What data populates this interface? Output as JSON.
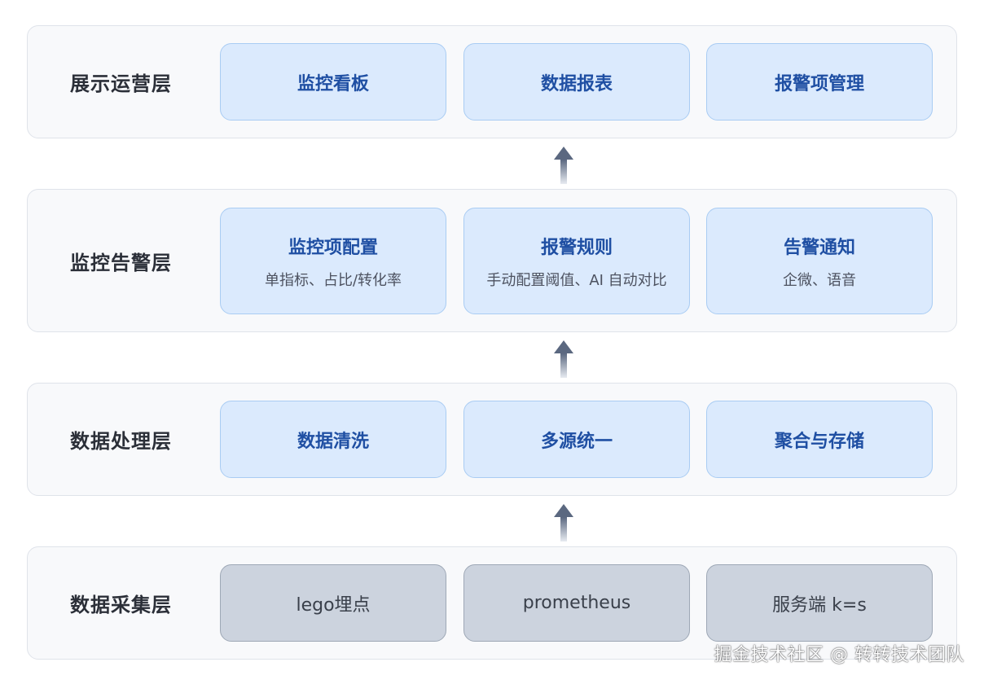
{
  "layers": [
    {
      "title": "展示运营层",
      "cards": [
        {
          "title": "监控看板"
        },
        {
          "title": "数据报表"
        },
        {
          "title": "报警项管理"
        }
      ]
    },
    {
      "title": "监控告警层",
      "cards": [
        {
          "title": "监控项配置",
          "subtitle": "单指标、占比/转化率"
        },
        {
          "title": "报警规则",
          "subtitle": "手动配置阈值、AI 自动对比"
        },
        {
          "title": "告警通知",
          "subtitle": "企微、语音"
        }
      ]
    },
    {
      "title": "数据处理层",
      "cards": [
        {
          "title": "数据清洗"
        },
        {
          "title": "多源统一"
        },
        {
          "title": "聚合与存储"
        }
      ]
    },
    {
      "title": "数据采集层",
      "cards": [
        {
          "title": "lego埋点"
        },
        {
          "title": "prometheus"
        },
        {
          "title": "服务端 k=s"
        }
      ]
    }
  ],
  "watermark": "掘金技术社区 @ 转转技术团队",
  "colors": {
    "card_blue_bg": "#dbeafd",
    "card_gray_bg": "#ccd3de",
    "card_title_blue": "#1f4fa3",
    "arrow": "#5b6880"
  },
  "icons": [
    "up-arrow-icon"
  ]
}
